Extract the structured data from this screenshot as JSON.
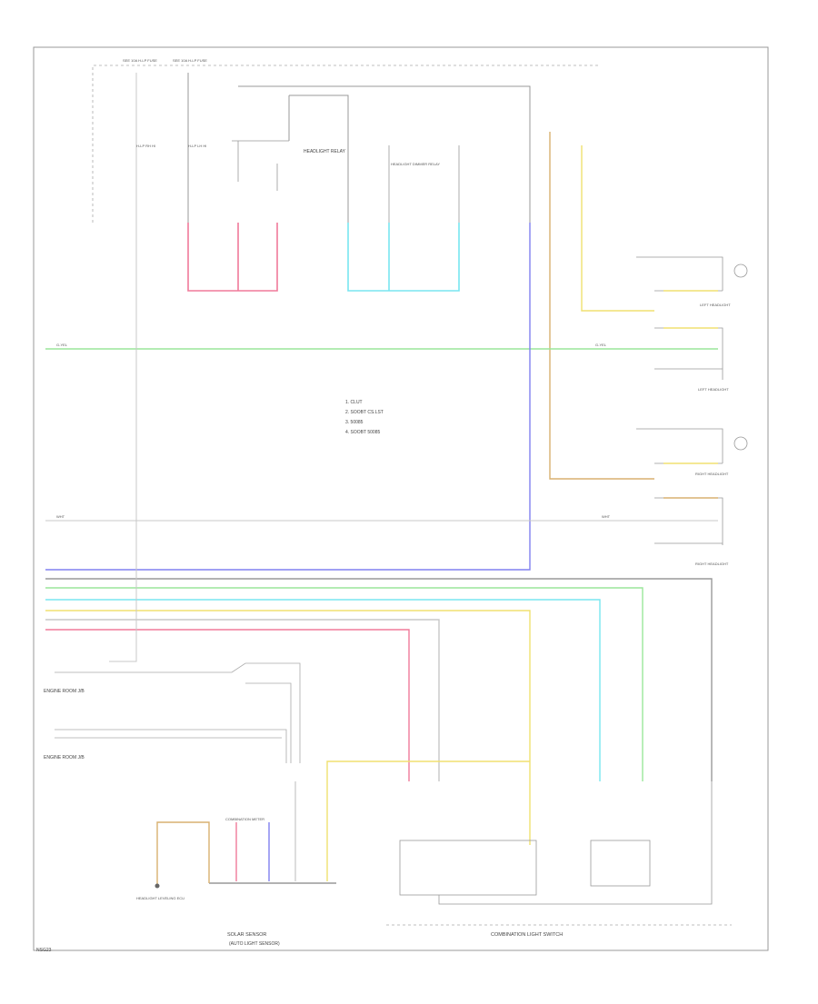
{
  "legend": {
    "lines": [
      "1. CLUT",
      "2. SOOBT CS.LST",
      "3. 50085",
      "4. SOOBT 50085"
    ]
  },
  "labels": {
    "page_code": "NSG23",
    "headlight_sensor": "SOLAR SENSOR",
    "headlight_sensor_sub": "(AUTO LIGHT SENSOR)",
    "combination_switch": "COMBINATION LIGHT SWITCH",
    "left_headlight_hi": "LEFT HEADLIGHT",
    "left_headlight_lo": "LEFT HEADLIGHT",
    "right_headlight_hi": "RIGHT HEADLIGHT",
    "right_headlight_lo": "RIGHT HEADLIGHT",
    "engine_room_1": "ENGINE ROOM J/B",
    "engine_room_2": "ENGINE ROOM J/B",
    "dimmer_relay": "HEADLIGHT DIMMER RELAY",
    "headlight_relay": "HEADLIGHT RELAY",
    "fuse_1": "H-LP RH HI",
    "fuse_2": "H-LP LH HI",
    "fuse_top_1": "SEE 10A H-LP FUSE",
    "fuse_top_2": "SEE 10A H-LP FUSE",
    "combination_meter": "COMBINATION METER",
    "ground_label": "HEADLIGHT LEVELING ECU",
    "wire_green_left": "G-YEL",
    "wire_green_right": "G-YEL",
    "wire_white_left": "WHT",
    "wire_white_right": "WHT"
  },
  "colors": {
    "red": "#f07a9a",
    "cyan": "#78e6f0",
    "green": "#9ae69a",
    "blue": "#8080f0",
    "yellow": "#f0e070",
    "tan": "#d8b070",
    "gray": "#999999",
    "light_gray": "#c8c8c8"
  }
}
